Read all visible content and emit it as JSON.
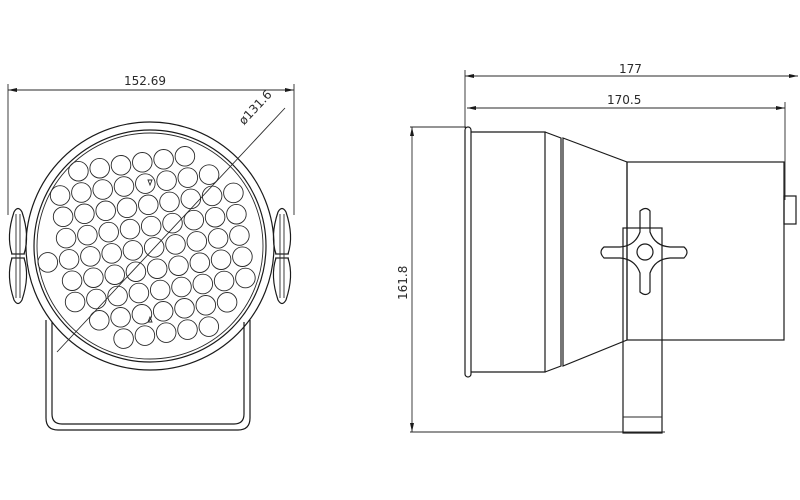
{
  "drawing": {
    "subject": "LED PAR light technical drawing",
    "line_color": "#1a1a1a",
    "background": "#ffffff"
  },
  "front_view": {
    "width_label": "152.69",
    "diameter_label": "ø131.6",
    "led_count_visible": 80
  },
  "side_view": {
    "overall_length_label": "177",
    "body_length_label": "170.5",
    "height_label": "161.8"
  }
}
